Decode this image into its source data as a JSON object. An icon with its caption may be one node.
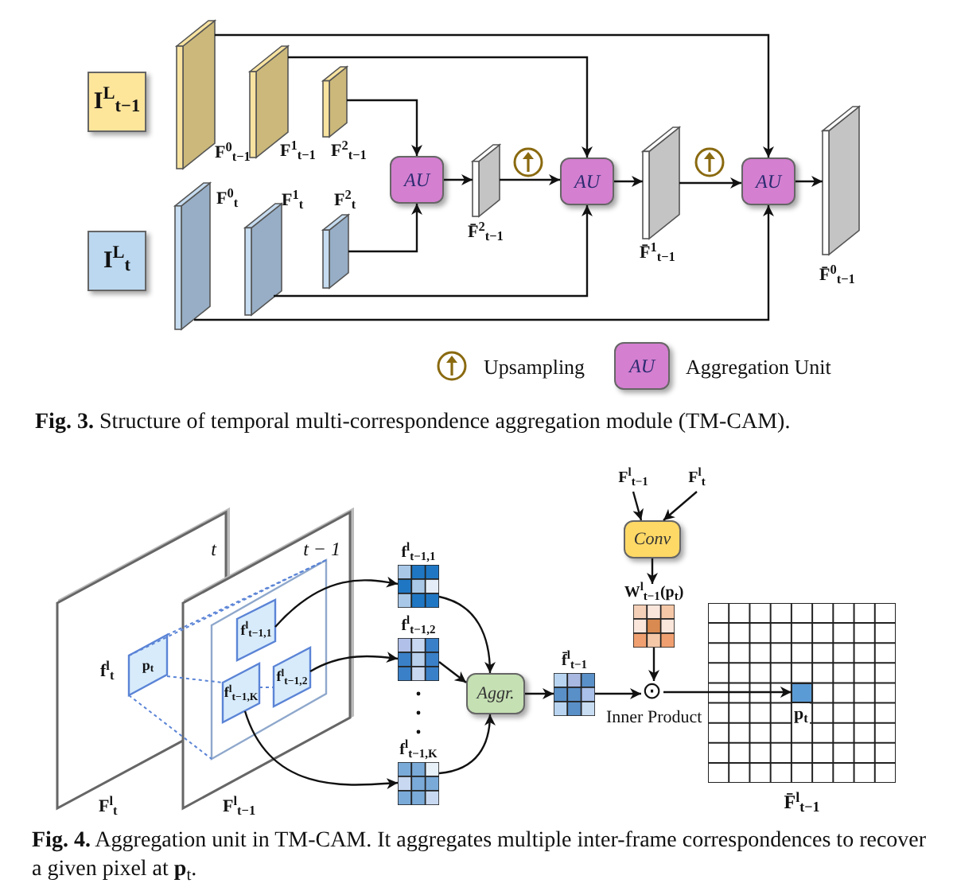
{
  "diagram": {
    "nodes": [
      {
        "text": [
          "I$^{L}$$_{t−1}$"
        ]
      },
      {
        "text": [
          "I$^{L}$$_{t}$"
        ]
      },
      {
        "text": [],
        "shape": "box",
        "beside": [
          "F$^{0}$$_{t−1}$"
        ]
      },
      {
        "text": [],
        "shape": "box",
        "beside": [
          "F$^{1}$$_{t−1}$"
        ]
      },
      {
        "text": [],
        "shape": "box",
        "beside": [
          "F$^{2}$$_{t−1}$"
        ]
      },
      {
        "text": [],
        "shape": "box",
        "beside": [
          "F$^{0}$$_{t}$"
        ]
      },
      {
        "text": [],
        "shape": "box",
        "beside": [
          "F$^{1}$$_{t}$"
        ]
      },
      {
        "text": [],
        "shape": "box",
        "beside": [
          "F$^{2}$$_{t}$"
        ]
      },
      {
        "text": [
          "AU"
        ]
      },
      {
        "text": [],
        "shape": "box",
        "beside": [
          "F̄$^{2}$$_{t−1}$"
        ]
      },
      {
        "text": [
          "AU"
        ]
      },
      {
        "text": [],
        "shape": "box",
        "beside": [
          "F̄$^{1}$$_{t−1}$"
        ]
      },
      {
        "text": [
          "AU"
        ]
      },
      {
        "text": [],
        "shape": "box",
        "beside": [
          "F̄$^{0}$$_{t−1}$"
        ]
      },
      {
        "text": [
          "t"
        ],
        "beside": [
          "F$^{l}$$_{t}$"
        ]
      },
      {
        "text": [
          "t − 1"
        ],
        "beside": [
          "F$^{l}$$_{t−1}$"
        ]
      },
      {
        "text": [
          "p$_{t}$"
        ],
        "in": 14,
        "beside": [
          "f$^{l}$$_{t}$"
        ]
      },
      {
        "text": [],
        "shape": "box",
        "in": 15
      },
      {
        "text": [
          "f$^{l}$$_{t−1,1}$"
        ],
        "in": 17
      },
      {
        "text": [
          "f$^{l}$$_{t−1,2}$"
        ],
        "in": 17
      },
      {
        "text": [
          "f$^{l}$$_{t−1,K}$"
        ],
        "in": 17
      },
      {
        "text": [
          "f$^{l}$$_{t−1,1}$"
        ]
      },
      {
        "text": [
          "f$^{l}$$_{t−1,2}$"
        ]
      },
      {
        "text": [
          "f$^{l}$$_{t−1,K}$"
        ]
      },
      {
        "text": [
          "Aggr."
        ]
      },
      {
        "text": [
          "f̄$^{l}$$_{t−1}$"
        ]
      },
      {
        "text": [
          "F$^{l}$$_{t−1}$"
        ]
      },
      {
        "text": [
          "F$^{l}$$_{t}$"
        ]
      },
      {
        "text": [
          "Conv"
        ]
      },
      {
        "text": [
          "W$^{l}$$_{t−1}$(p$_{t}$)"
        ]
      },
      {
        "text": [
          "⊙"
        ],
        "beside": [
          "Inner Product"
        ]
      },
      {
        "text": [
          "F̄$^{l}$$_{t−1}$"
        ]
      },
      {
        "text": [],
        "shape": "box",
        "in": 31,
        "beside": [
          "p$_{t}$"
        ]
      }
    ],
    "edges": [
      {
        "from": 2,
        "to": 12,
        "arrow": "to"
      },
      {
        "from": 3,
        "to": 10,
        "arrow": "to"
      },
      {
        "from": 4,
        "to": 8,
        "arrow": "to"
      },
      {
        "from": 7,
        "to": 8,
        "arrow": "to"
      },
      {
        "from": 6,
        "to": 10,
        "arrow": "to"
      },
      {
        "from": 5,
        "to": 12,
        "arrow": "to"
      },
      {
        "from": 8,
        "to": 9,
        "arrow": "to"
      },
      {
        "from": 9,
        "to": 10,
        "arrow": "to"
      },
      {
        "from": 10,
        "to": 11,
        "arrow": "to"
      },
      {
        "from": 11,
        "to": 12,
        "arrow": "to"
      },
      {
        "from": 12,
        "to": 13,
        "arrow": "to"
      },
      {
        "from": 18,
        "to": 21,
        "arrow": "to"
      },
      {
        "from": 19,
        "to": 22,
        "arrow": "to"
      },
      {
        "from": 20,
        "to": 23,
        "arrow": "to"
      },
      {
        "from": 21,
        "to": 24,
        "arrow": "to"
      },
      {
        "from": 22,
        "to": 24,
        "arrow": "to"
      },
      {
        "from": 23,
        "to": 24,
        "arrow": "to"
      },
      {
        "from": 24,
        "to": 25,
        "arrow": "to"
      },
      {
        "from": 25,
        "to": 30,
        "arrow": "to"
      },
      {
        "from": 29,
        "to": 30,
        "arrow": "to"
      },
      {
        "from": 26,
        "to": 28,
        "arrow": "to"
      },
      {
        "from": 27,
        "to": 28,
        "arrow": "to"
      },
      {
        "from": 28,
        "to": 29,
        "arrow": "to"
      },
      {
        "from": 30,
        "to": 32,
        "arrow": "to"
      },
      {
        "from": 16,
        "to": 17,
        "arrow": "none",
        "style": "dashed",
        "color": "#5b84d6"
      },
      {
        "from": 16,
        "to": 17,
        "arrow": "none",
        "style": "dashed",
        "color": "#5b84d6"
      },
      {
        "from": 16,
        "to": 17,
        "arrow": "none",
        "style": "dashed",
        "color": "#5b84d6"
      },
      {
        "from": 16,
        "to": 20,
        "arrow": "none",
        "style": "dashed",
        "color": "#5b84d6"
      },
      {
        "from": 20,
        "to": 19,
        "arrow": "none",
        "style": "dashed",
        "color": "#5b84d6"
      }
    ],
    "labels": [
      "AU",
      "**Fig. 3.** Structure of temporal multi-correspondence aggregation module (TM-CAM).",
      "**Fig. 4.** Aggregation unit in TM-CAM. It aggregates multiple inter-frame correspondences to recover a given pixel at **p**$_{t}$."
    ],
    "legend": [
      {
        "text": "Upsampling"
      },
      {
        "text": "Aggregation Unit",
        "color": "#d47fd0"
      }
    ]
  }
}
